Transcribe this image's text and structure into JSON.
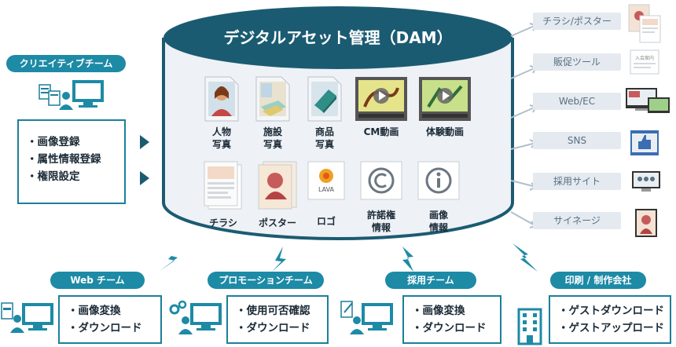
{
  "dam": {
    "title": "デジタルアセット管理（DAM）",
    "assets": [
      {
        "label": "人物\n写真",
        "icon": "person-photo-icon"
      },
      {
        "label": "施設\n写真",
        "icon": "facility-photo-icon"
      },
      {
        "label": "商品\n写真",
        "icon": "product-photo-icon"
      },
      {
        "label": "CM動画",
        "icon": "cm-video-icon"
      },
      {
        "label": "体験動画",
        "icon": "experience-video-icon"
      },
      {
        "label": "チラシ",
        "icon": "flyer-icon"
      },
      {
        "label": "ポスター",
        "icon": "poster-icon"
      },
      {
        "label": "ロゴ",
        "icon": "logo-icon"
      },
      {
        "label": "許諾権\n情報",
        "icon": "copyright-icon"
      },
      {
        "label": "画像\n情報",
        "icon": "info-icon"
      }
    ],
    "logo_text": "LAVA"
  },
  "creative": {
    "team": "クリエイティブチーム",
    "tasks": [
      "・画像登録",
      "・属性情報登録",
      "・権限設定"
    ]
  },
  "outputs": [
    {
      "label": "チラシ/ポスター",
      "icon": "flyer-poster-thumb"
    },
    {
      "label": "販促ツール",
      "icon": "promo-tool-thumb"
    },
    {
      "label": "Web/EC",
      "icon": "web-ec-thumb"
    },
    {
      "label": "SNS",
      "icon": "sns-thumb"
    },
    {
      "label": "採用サイト",
      "icon": "recruit-site-thumb"
    },
    {
      "label": "サイネージ",
      "icon": "signage-thumb"
    }
  ],
  "output_thumb_text": {
    "promo": "入会案内"
  },
  "teams": [
    {
      "team": "Web チーム",
      "tasks": [
        "・画像変換",
        "・ダウンロード"
      ]
    },
    {
      "team": "プロモーションチーム",
      "tasks": [
        "・使用可否確認",
        "・ダウンロード"
      ]
    },
    {
      "team": "採用チーム",
      "tasks": [
        "・画像変換",
        "・ダウンロード"
      ]
    },
    {
      "team": "印刷 / 制作会社",
      "tasks": [
        "・ゲストダウンロード",
        "・ゲストアップロード"
      ]
    }
  ],
  "colors": {
    "teal": "#1d8aa6",
    "dark_teal": "#1b5b72",
    "cylinder_body": "#eef1f5"
  }
}
